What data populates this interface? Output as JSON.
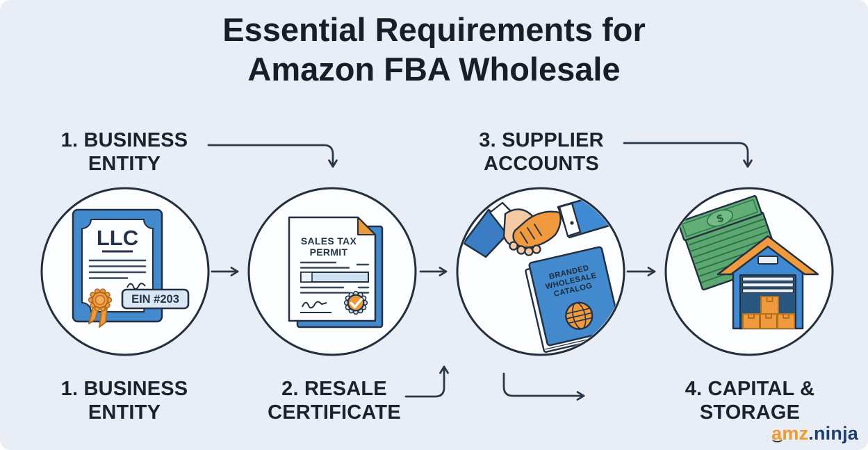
{
  "title": {
    "line1": "Essential Requirements for",
    "line2": "Amazon FBA Wholesale"
  },
  "steps": [
    {
      "number": "1",
      "label": "1. BUSINESS ENTITY",
      "icon": "llc-certificate-icon",
      "doc_title": "LLC",
      "badge": "EIN #203"
    },
    {
      "number": "2",
      "label": "2. RESALE CERTIFICATE",
      "icon": "sales-tax-permit-icon",
      "doc_title_line1": "SALES TAX",
      "doc_title_line2": "PERMIT"
    },
    {
      "number": "3",
      "label": "3. SUPPLIER ACCOUNTS",
      "icon": "handshake-catalog-icon",
      "book_line1": "BRANDED",
      "book_line2": "WHOLESALE",
      "book_line3": "CATALOG"
    },
    {
      "number": "4",
      "label": "4. CAPITAL & STORAGE",
      "icon": "cash-warehouse-icon",
      "currency_symbol": "$"
    }
  ],
  "watermark": {
    "prefix": "amz",
    "suffix": ".ninja"
  },
  "colors": {
    "background": "#e9eef6",
    "outline": "#223041",
    "blue": "#4289ce",
    "blue_bright": "#3f8ad2",
    "navy_door": "#28567e",
    "orange": "#f09a3d",
    "green_bill": "#5aa770",
    "green_dark": "#2e7a4e",
    "skin_light": "#f5c9a2",
    "text": "#161e29",
    "arrow": "#2a3747",
    "watermark_orange": "#f49a2c",
    "watermark_blue": "#1d3f6e"
  }
}
